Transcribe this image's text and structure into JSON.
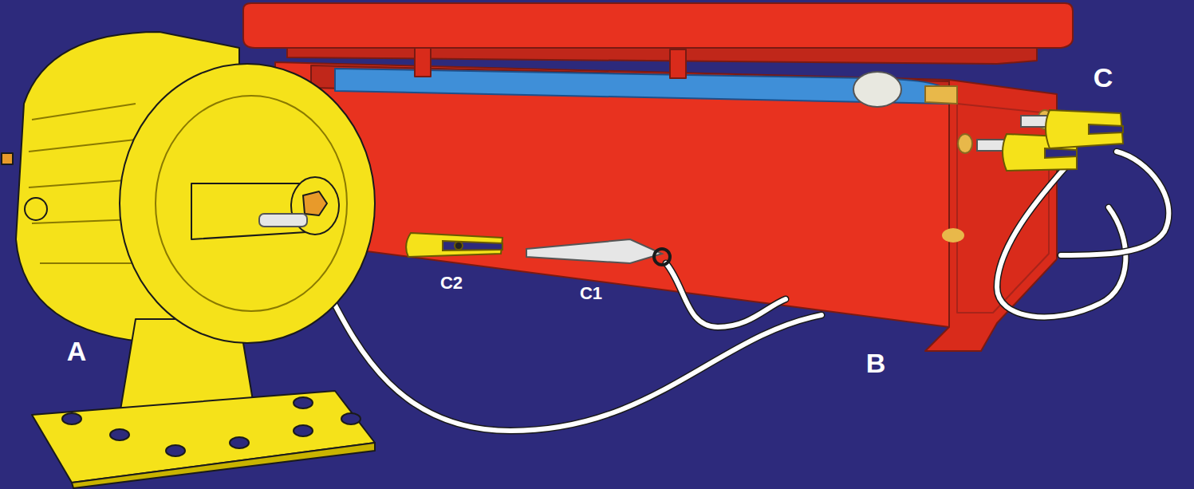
{
  "diagram": {
    "labels": [
      "C",
      "C2",
      "C1",
      "A",
      "B"
    ]
  }
}
